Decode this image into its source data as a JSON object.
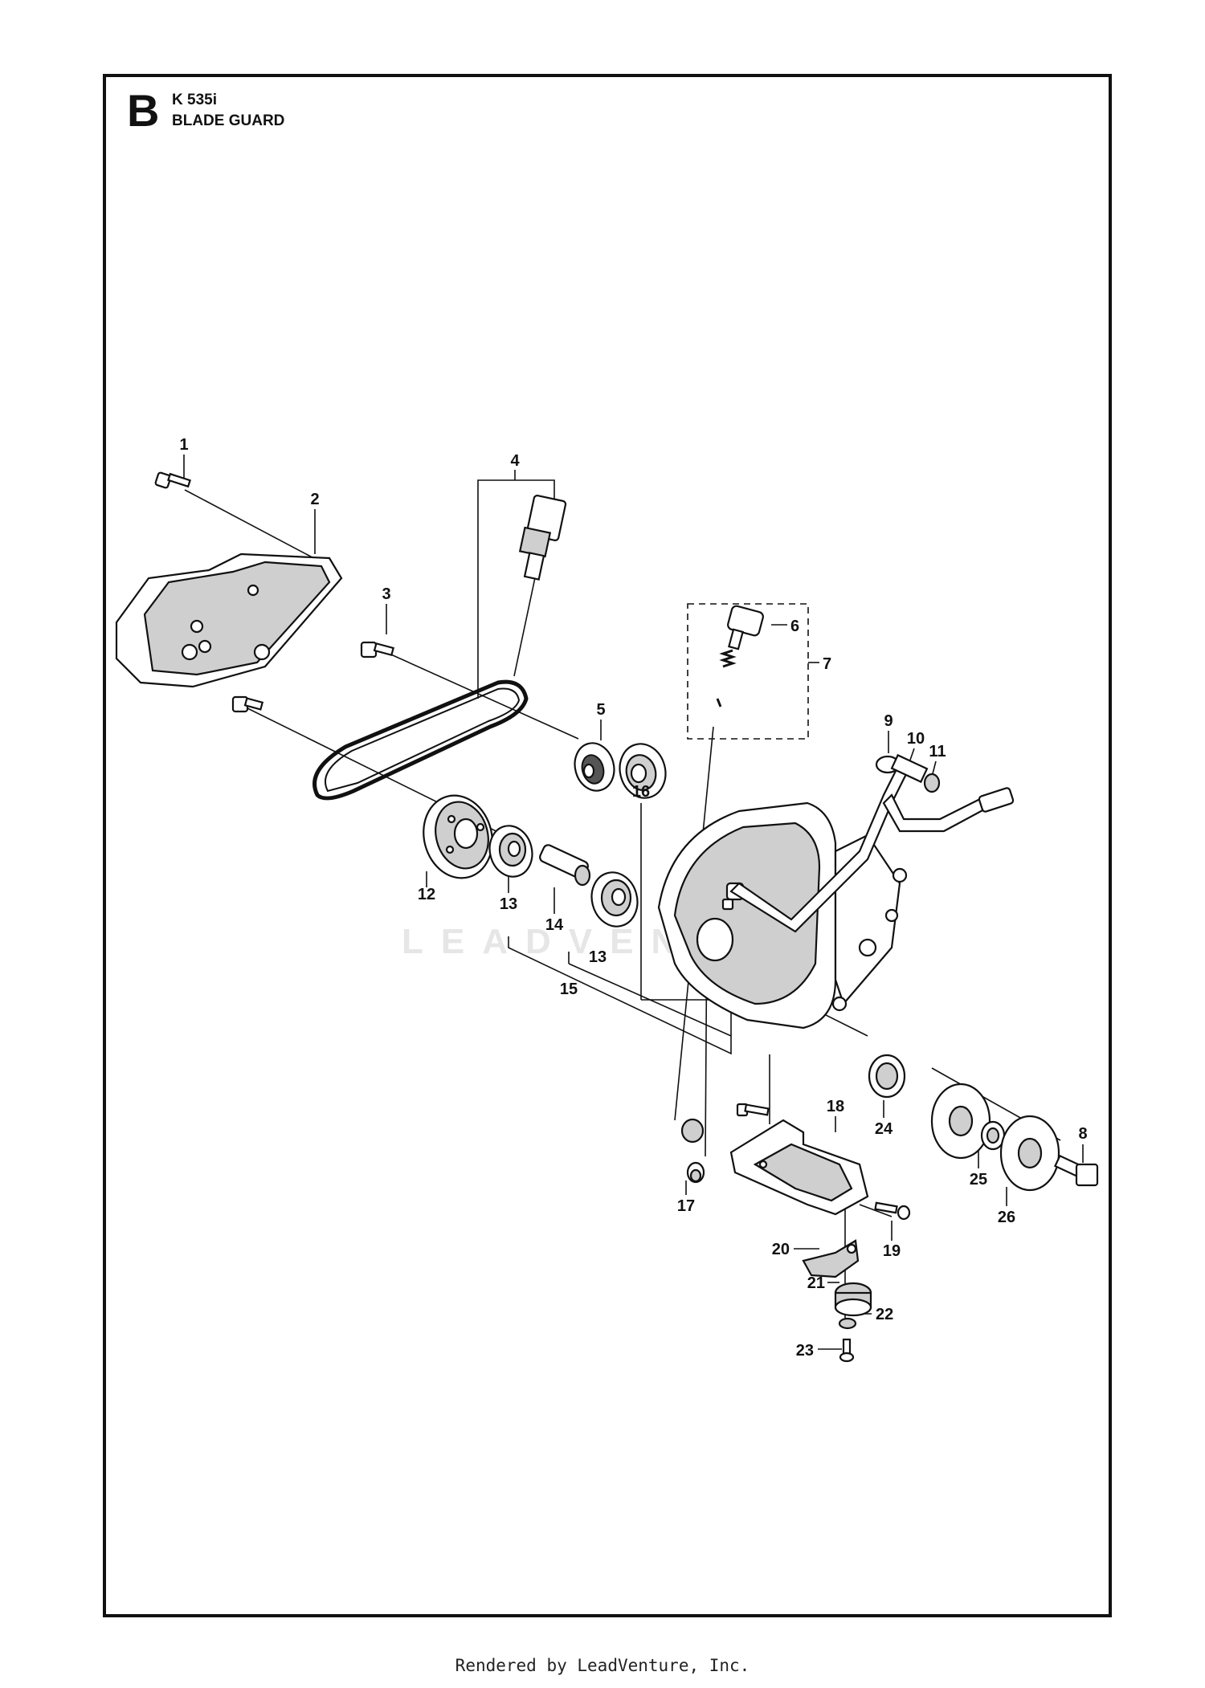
{
  "header": {
    "section_letter": "B",
    "model": "K 535i",
    "title": "BLADE GUARD"
  },
  "watermark": "LEADVENTURE",
  "footer": "Rendered by LeadVenture, Inc.",
  "callouts": [
    "1",
    "2",
    "3",
    "4",
    "5",
    "6",
    "7",
    "8",
    "9",
    "10",
    "11",
    "12",
    "13",
    "13",
    "14",
    "15",
    "16",
    "17",
    "18",
    "19",
    "20",
    "21",
    "22",
    "23",
    "24",
    "25",
    "26"
  ]
}
